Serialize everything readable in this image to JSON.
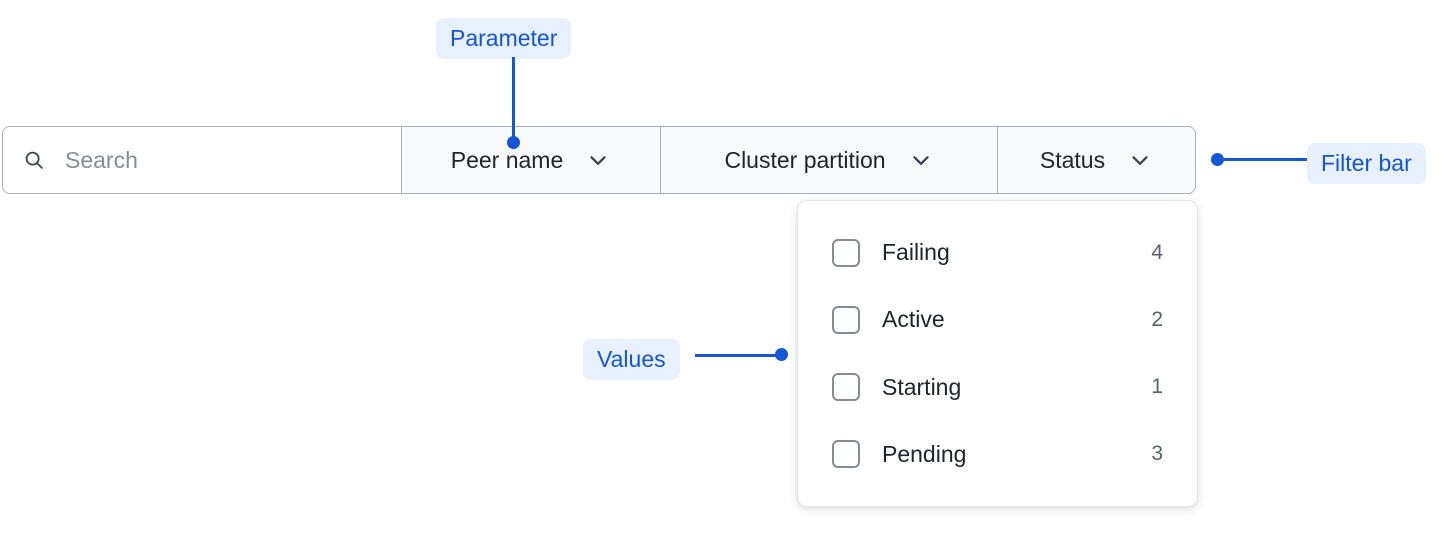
{
  "filter_bar": {
    "search": {
      "icon": "search-icon",
      "placeholder": "Search",
      "value": ""
    },
    "filters": [
      {
        "label": "Peer name",
        "icon": "chevron-down-icon",
        "expanded": false
      },
      {
        "label": "Cluster partition",
        "icon": "chevron-down-icon",
        "expanded": false
      },
      {
        "label": "Status",
        "icon": "chevron-down-icon",
        "expanded": true
      }
    ]
  },
  "dropdown": {
    "open_for": "Status",
    "options": [
      {
        "label": "Failing",
        "count": "4",
        "checked": false
      },
      {
        "label": "Active",
        "count": "2",
        "checked": false
      },
      {
        "label": "Starting",
        "count": "1",
        "checked": false
      },
      {
        "label": "Pending",
        "count": "3",
        "checked": false
      }
    ]
  },
  "annotations": [
    {
      "id": "parameter",
      "label": "Parameter"
    },
    {
      "id": "filter-bar",
      "label": "Filter bar"
    },
    {
      "id": "values",
      "label": "Values"
    }
  ],
  "colors": {
    "annotation_text": "#1456d6",
    "annotation_bg": "#e8f0fe",
    "bar_border": "#a9adb6",
    "bar_bg": "#f8f9fa",
    "search_bg": "#ffffff",
    "text": "#20242c",
    "muted_text": "#868c96",
    "count_text": "#5a6270",
    "panel_border": "#e3e5e9"
  }
}
